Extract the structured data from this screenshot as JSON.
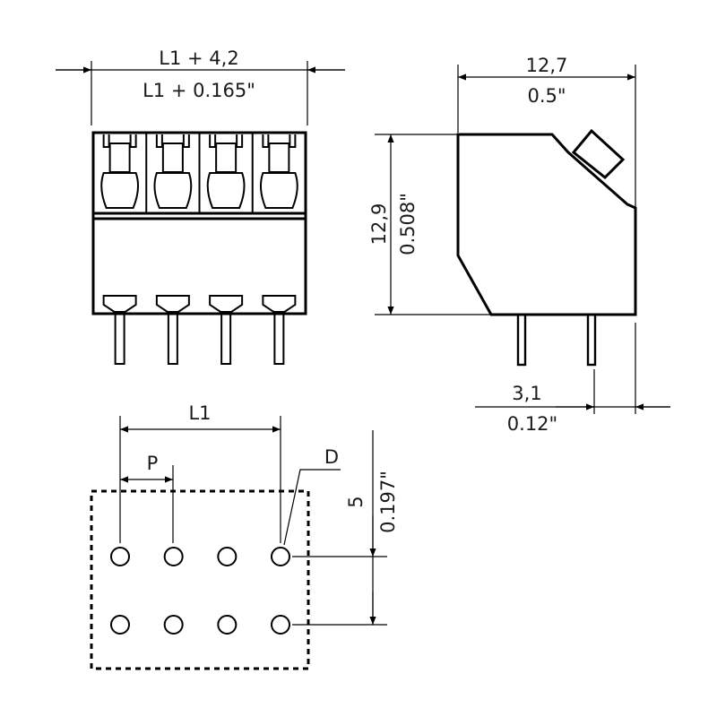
{
  "front_view": {
    "width_metric": "L1 + 4,2",
    "width_imperial": "L1 + 0.165\"",
    "pole_count": 4
  },
  "side_view": {
    "width_metric": "12,7",
    "width_imperial": "0.5\"",
    "height_metric": "12,9",
    "height_imperial": "0.508\"",
    "offset_metric": "3,1",
    "offset_imperial": "0.12\""
  },
  "footprint": {
    "length_label": "L1",
    "pitch_label": "P",
    "diameter_label": "D",
    "row_spacing_metric": "5",
    "row_spacing_imperial": "0.197\"",
    "rows": 2,
    "holes_per_row": 4
  }
}
